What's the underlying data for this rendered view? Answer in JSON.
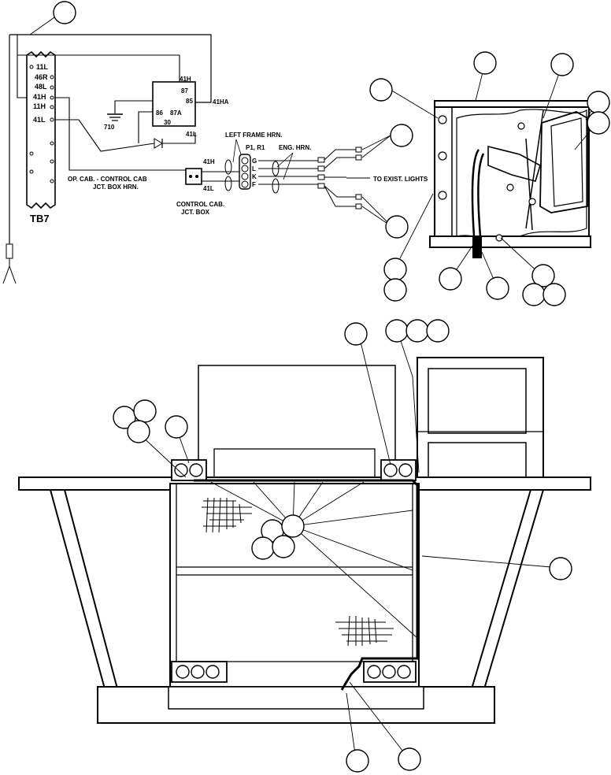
{
  "schematic": {
    "terminal_block": {
      "title": "TB7",
      "terminals": [
        "11L",
        "46R",
        "48L",
        "41H",
        "11H",
        "41L"
      ]
    },
    "relay": {
      "pins": {
        "p41h": "41H",
        "p87": "87",
        "p85": "85",
        "p86": "86",
        "p87a": "87A",
        "p30": "30",
        "p41l": "41L"
      },
      "lead_out": "41HA"
    },
    "ground_label": "710",
    "harness_label_line1": "OP. CAB. - CONTROL CAB",
    "harness_label_line2": "JCT. BOX HRN.",
    "jct_box_label_line1": "CONTROL CAB.",
    "jct_box_label_line2": "JCT. BOX",
    "wire_41h": "41H",
    "wire_41l": "41L",
    "left_frame_harness": "LEFT FRAME HRN.",
    "connector_label": "P1, R1",
    "connector_pins": [
      "G",
      "L",
      "K",
      "F"
    ],
    "eng_harness": "ENG. HRN.",
    "to_lights": "TO EXIST. LIGHTS"
  }
}
